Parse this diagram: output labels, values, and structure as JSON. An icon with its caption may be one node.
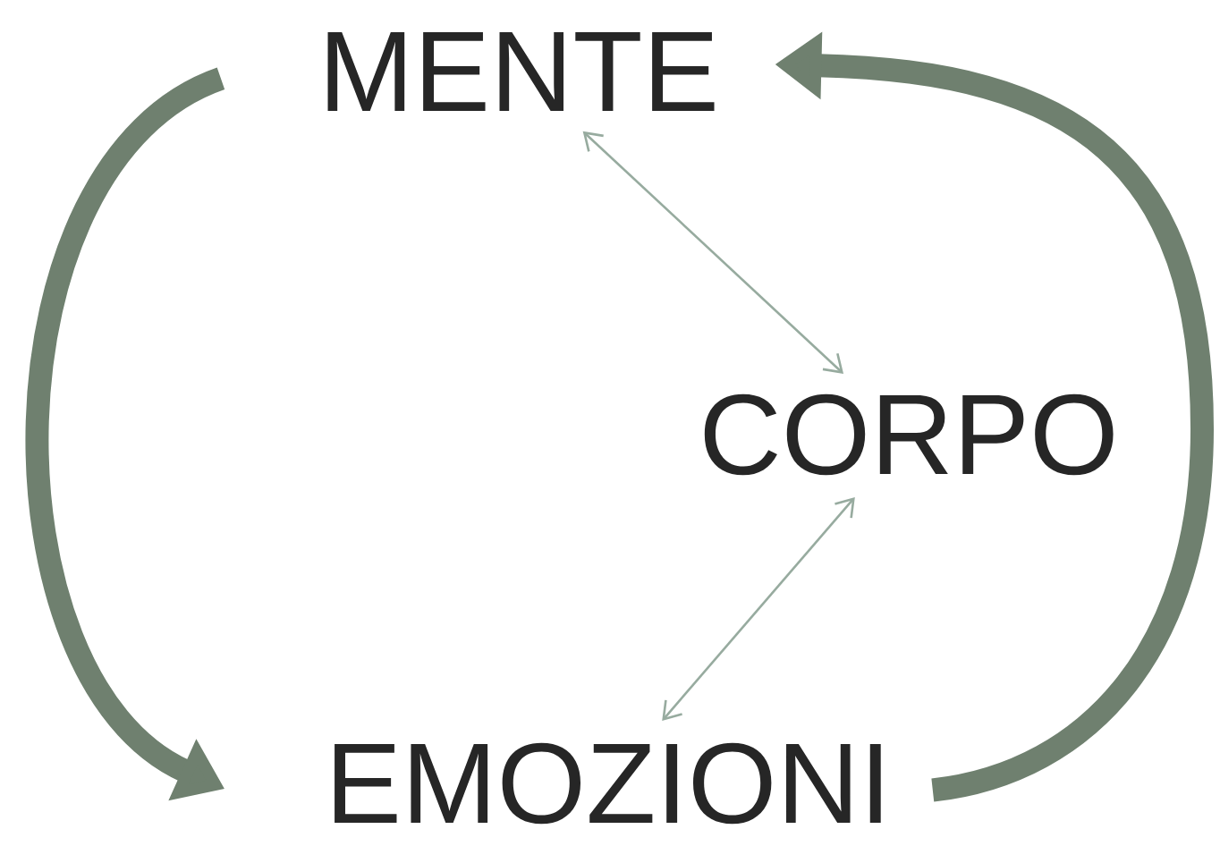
{
  "diagram": {
    "nodes": [
      {
        "text": [
          "MENTE"
        ]
      },
      {
        "text": [
          "CORPO"
        ]
      },
      {
        "text": [
          "EMOZIONI"
        ]
      }
    ],
    "edges": [
      {
        "from": 0,
        "to": 1,
        "arrow": "both"
      },
      {
        "from": 1,
        "to": 2,
        "arrow": "both"
      },
      {
        "from": 0,
        "to": 2,
        "arrow": "to",
        "style": "thick",
        "color": "#6f806f"
      },
      {
        "from": 2,
        "to": 0,
        "arrow": "to",
        "style": "thick",
        "color": "#6f806f"
      }
    ]
  }
}
